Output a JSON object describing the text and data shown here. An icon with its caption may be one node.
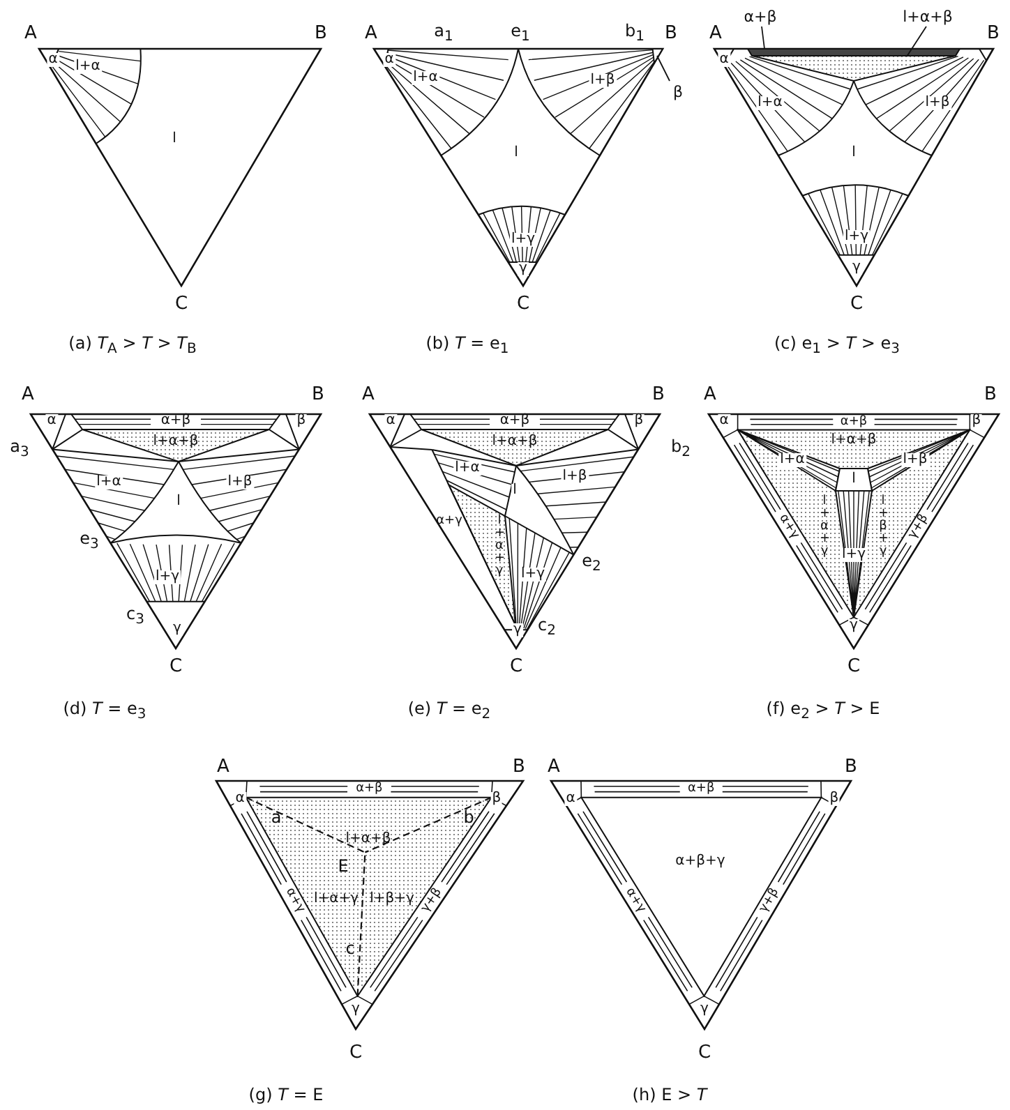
{
  "diagram": {
    "nodes": [
      {
        "text": [
          "β"
        ]
      },
      {
        "text": [],
        "shape": "triangle"
      },
      {
        "text": [
          "α+β"
        ]
      },
      {
        "text": [],
        "shape": "bar"
      },
      {
        "text": [
          "l+α+β"
        ]
      },
      {
        "text": [],
        "shape": "triangle"
      }
    ],
    "edges": [
      {
        "from": 0,
        "to": 1,
        "arrow": "none"
      },
      {
        "from": 2,
        "to": 3,
        "arrow": "none"
      },
      {
        "from": 4,
        "to": 5,
        "arrow": "none"
      }
    ],
    "labels": [
      "A",
      "B",
      "α",
      "l+α",
      "l",
      "C",
      "(a) *T*$_{A}$ > *T* > *T*$_{B}$",
      "A",
      "a$_{1}$",
      "e$_{1}$",
      "b$_{1}$",
      "B",
      "α",
      "l+α",
      "l+β",
      "l",
      "l+γ",
      "γ",
      "C",
      "(b) *T* = e$_{1}$",
      "A",
      "B",
      "α",
      "l+α",
      "l+β",
      "l",
      "l+γ",
      "γ",
      "C",
      "(c) e$_{1}$ > *T* > e$_{3}$",
      "A",
      "B",
      "α",
      "α+β",
      "β",
      "l+α+β",
      "a$_{3}$",
      "l+α",
      "l+β",
      "l",
      "e$_{3}$",
      "l+γ",
      "c$_{3}$",
      "γ",
      "C",
      "(d) *T* = e$_{3}$",
      "A",
      "B",
      "α",
      "α+β",
      "β",
      "l+α+β",
      "b$_{2}$",
      "l+α",
      "l+β",
      "α+γ",
      "l+α+γ",
      "l",
      "l+γ",
      "e$_{2}$",
      "γ",
      "c$_{2}$",
      "C",
      "(e) *T* = e$_{2}$",
      "A",
      "B",
      "α",
      "α+β",
      "β",
      "l+α+β",
      "l+α",
      "l+β",
      "l",
      "α+γ",
      "l+α+γ",
      "l+γ",
      "l+β+γ",
      "γ+β",
      "γ",
      "C",
      "(f) e$_{2}$ > *T* > E",
      "A",
      "B",
      "α",
      "α+β",
      "β",
      "a",
      "b",
      "l+α+β",
      "E",
      "l+α+γ",
      "l+β+γ",
      "α+γ",
      "γ+β",
      "c",
      "γ",
      "C",
      "(g) *T* = E",
      "A",
      "B",
      "α",
      "α+β",
      "β",
      "α+β+γ",
      "α+γ",
      "γ+β",
      "γ",
      "C",
      "(h) E > *T*"
    ]
  }
}
